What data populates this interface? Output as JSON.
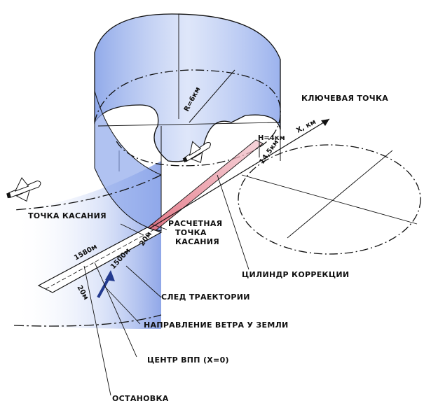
{
  "labels": {
    "key_point": "КЛЮЧЕВАЯ ТОЧКА",
    "radius": "R=6км",
    "height": "H=4км",
    "x_axis": "X, км",
    "distance_key": "14,5км",
    "touchdown_point": "ТОЧКА КАСАНИЯ",
    "calc_touchdown_1": "РАСЧЕТНАЯ",
    "calc_touchdown_2": "ТОЧКА",
    "calc_touchdown_3": "КАСАНИЯ",
    "correction_cylinder": "ЦИЛИНДР КОРРЕКЦИИ",
    "trajectory_trace": "СЛЕД ТРАЕКТОРИИ",
    "wind_direction": "НАПРАВЛЕНИЕ ВЕТРА У ЗЕМЛИ",
    "runway_center": "ЦЕНТР ВПП (X=0)",
    "stop": "ОСТАНОВКА",
    "dist_1580": "1580м",
    "dist_1500": "1500м",
    "dist_20_right": "20м",
    "dist_20_left": "20м"
  },
  "colors": {
    "cylinder_fill": "#a9bff0",
    "trajectory_fill": "#d9546a",
    "line": "#111111"
  }
}
